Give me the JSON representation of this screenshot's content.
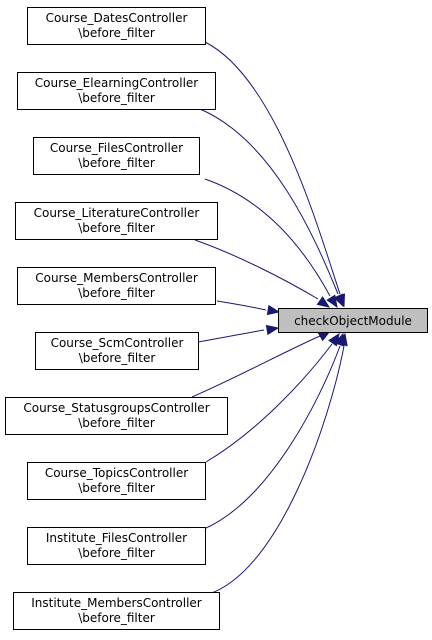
{
  "diagram": {
    "target": {
      "label": "checkObjectModule"
    },
    "callers": [
      {
        "line1": "Course_DatesController",
        "line2": "\\before_filter"
      },
      {
        "line1": "Course_ElearningController",
        "line2": "\\before_filter"
      },
      {
        "line1": "Course_FilesController",
        "line2": "\\before_filter"
      },
      {
        "line1": "Course_LiteratureController",
        "line2": "\\before_filter"
      },
      {
        "line1": "Course_MembersController",
        "line2": "\\before_filter"
      },
      {
        "line1": "Course_ScmController",
        "line2": "\\before_filter"
      },
      {
        "line1": "Course_StatusgroupsController",
        "line2": "\\before_filter"
      },
      {
        "line1": "Course_TopicsController",
        "line2": "\\before_filter"
      },
      {
        "line1": "Institute_FilesController",
        "line2": "\\before_filter"
      },
      {
        "line1": "Institute_MembersController",
        "line2": "\\before_filter"
      }
    ],
    "colors": {
      "edge": "#191970",
      "target_fill": "#bfbfbf",
      "node_fill": "#ffffff",
      "border": "#000000"
    }
  }
}
